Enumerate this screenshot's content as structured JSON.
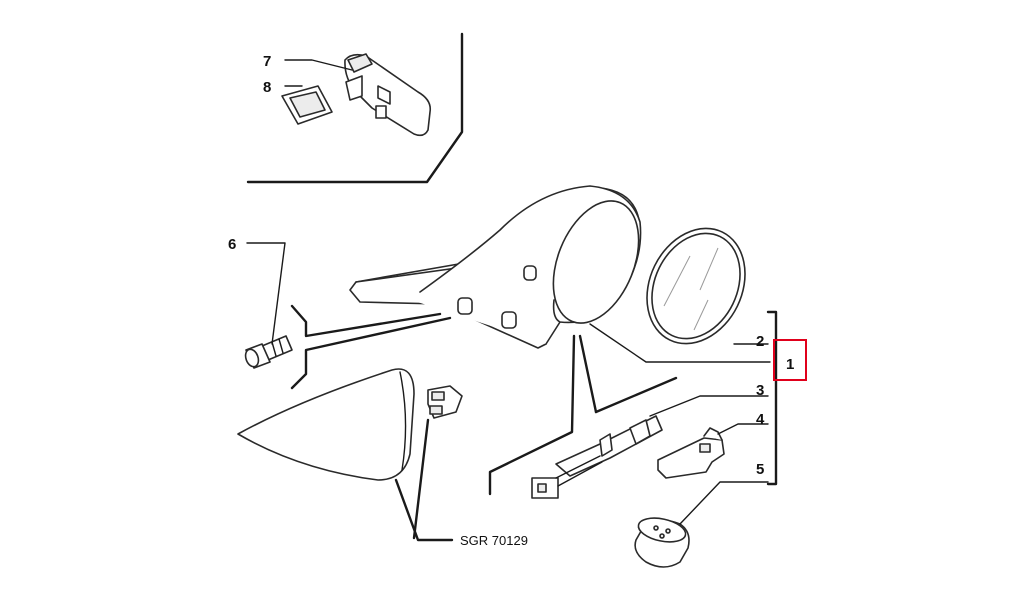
{
  "diagram": {
    "reference_code": "SGR 70129",
    "callouts": [
      {
        "id": "7",
        "label": "7"
      },
      {
        "id": "8",
        "label": "8"
      },
      {
        "id": "6",
        "label": "6"
      },
      {
        "id": "2",
        "label": "2"
      },
      {
        "id": "1",
        "label": "1"
      },
      {
        "id": "3",
        "label": "3"
      },
      {
        "id": "4",
        "label": "4"
      },
      {
        "id": "5",
        "label": "5"
      }
    ],
    "highlighted_callout": "1",
    "highlight_color": "#e0001b"
  }
}
